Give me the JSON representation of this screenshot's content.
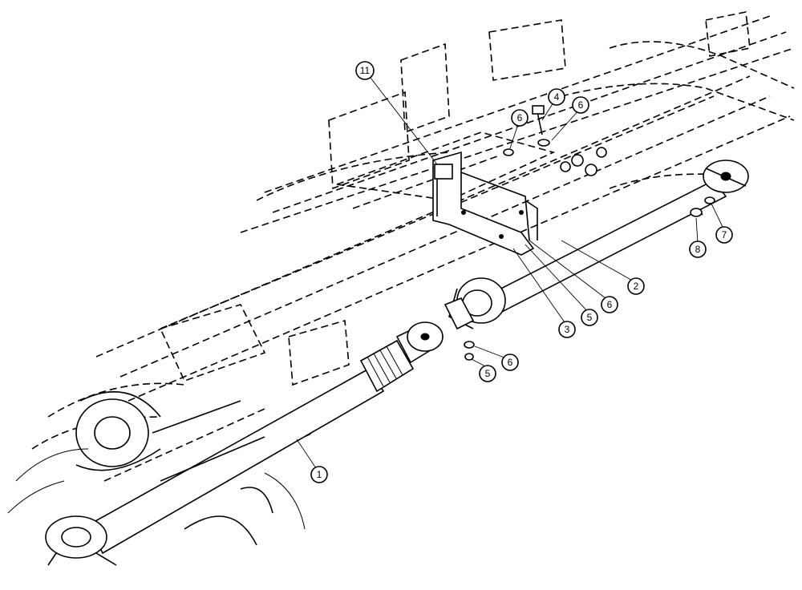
{
  "diagram": {
    "colors": {
      "line": "#000000",
      "background": "#ffffff"
    },
    "callouts": [
      {
        "id": "c11",
        "number": "11"
      },
      {
        "id": "c4",
        "number": "4"
      },
      {
        "id": "c6a",
        "number": "6"
      },
      {
        "id": "c6b",
        "number": "6"
      },
      {
        "id": "c7",
        "number": "7"
      },
      {
        "id": "c8",
        "number": "8"
      },
      {
        "id": "c2",
        "number": "2"
      },
      {
        "id": "c6c",
        "number": "6"
      },
      {
        "id": "c5a",
        "number": "5"
      },
      {
        "id": "c3",
        "number": "3"
      },
      {
        "id": "c6d",
        "number": "6"
      },
      {
        "id": "c5b",
        "number": "5"
      },
      {
        "id": "c1",
        "number": "1"
      }
    ]
  }
}
